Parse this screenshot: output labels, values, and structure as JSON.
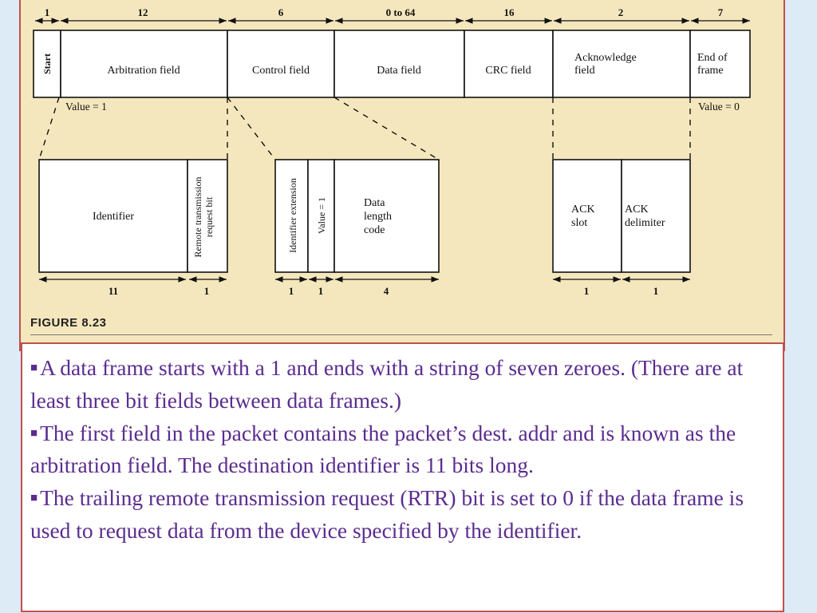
{
  "figure": {
    "caption": "FIGURE 8.23",
    "frame_fields": [
      {
        "bits": "1",
        "label": "Start"
      },
      {
        "bits": "12",
        "label": "Arbitration field"
      },
      {
        "bits": "6",
        "label": "Control field"
      },
      {
        "bits": "0 to 64",
        "label": "Data field"
      },
      {
        "bits": "16",
        "label": "CRC field"
      },
      {
        "bits": "2",
        "label": [
          "Acknowledge",
          "field"
        ]
      },
      {
        "bits": "7",
        "label": [
          "End of",
          "frame"
        ]
      }
    ],
    "start_value": "Value = 1",
    "end_value": "Value = 0",
    "arbitration_subfields": [
      {
        "label": "Identifier",
        "bits": "11"
      },
      {
        "label": [
          "Remote transmission",
          "request bit"
        ],
        "bits": "1"
      }
    ],
    "control_subfields": [
      {
        "label": "Identifier extension",
        "bits": "1"
      },
      {
        "label": "Value = 1",
        "bits": "1"
      },
      {
        "label": [
          "Data",
          "length",
          "code"
        ],
        "bits": "4"
      }
    ],
    "ack_subfields": [
      {
        "label": [
          "ACK",
          "slot"
        ],
        "bits": "1"
      },
      {
        "label": [
          "ACK",
          "delimiter"
        ],
        "bits": "1"
      }
    ]
  },
  "bullets": [
    {
      "icon": "square-bullet-icon",
      "text": "A data frame starts with a 1 and ends with a string of seven zeroes. (There are at least three bit fields between data frames.)"
    },
    {
      "icon": "square-bullet-icon",
      "text": "The first field in the packet contains the packet’s dest. addr and is known as the arbitration field. The destination identifier is 11 bits long."
    },
    {
      "icon": "square-bullet-icon",
      "text": "The trailing remote transmission request (RTR) bit is set to 0 if the data frame is used to request data from the device specified by the identifier."
    }
  ],
  "colors": {
    "background": "#dcebf5",
    "figure_panel": "#f5e7bd",
    "panel_border": "#c0504d",
    "bullet_text": "#5b2c8f"
  }
}
